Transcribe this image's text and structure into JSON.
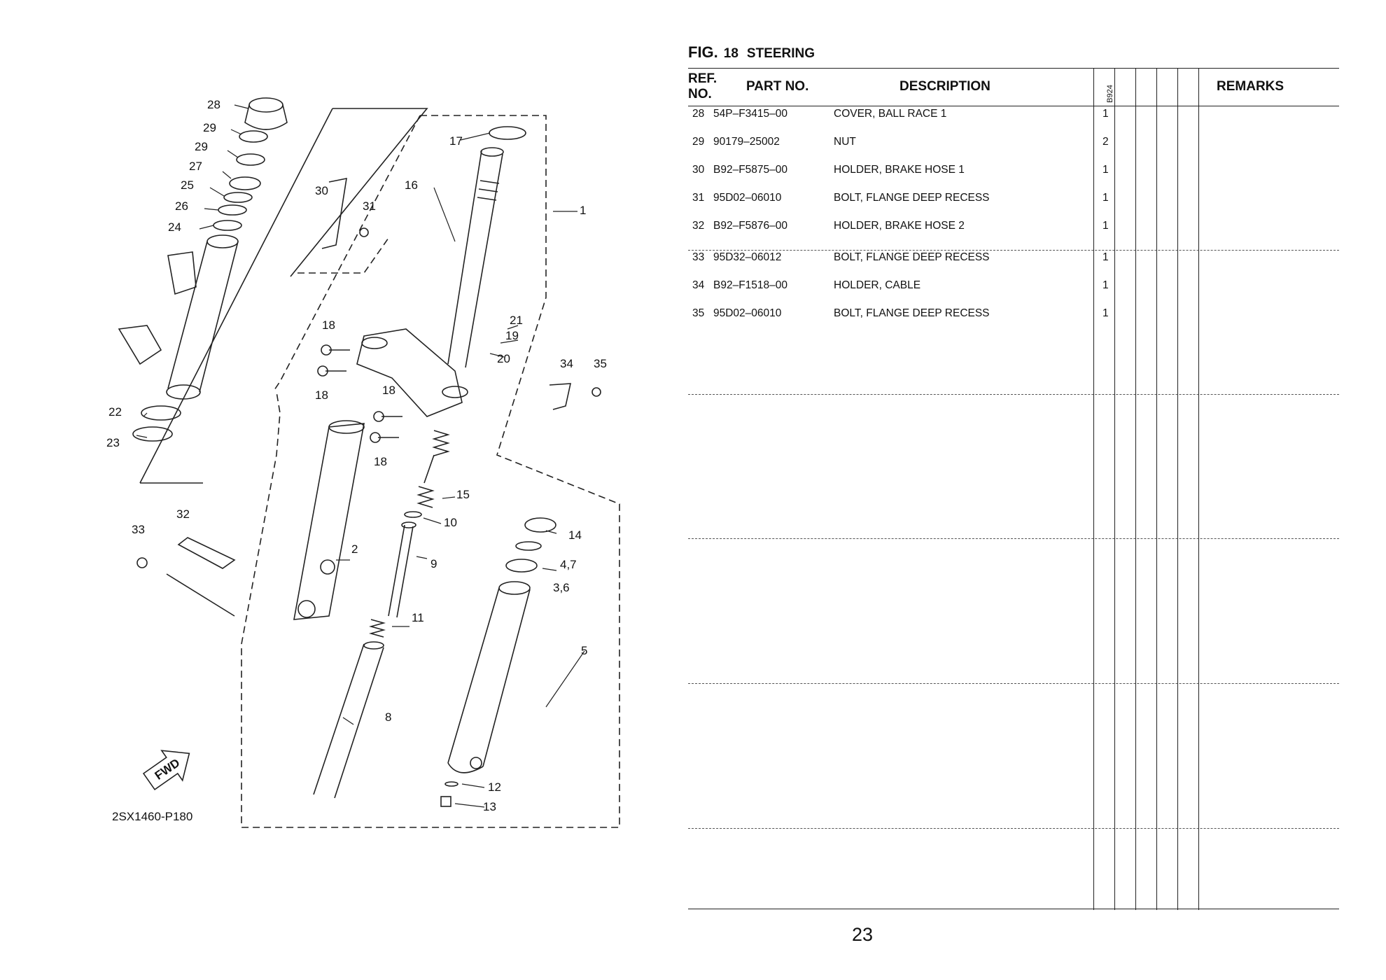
{
  "figure": {
    "fig_label": "FIG.",
    "number": "18",
    "title": "STEERING"
  },
  "diagram": {
    "code": "2SX1460-P180",
    "fwd_label": "FWD",
    "callouts": [
      "28",
      "29",
      "29",
      "27",
      "25",
      "26",
      "24",
      "30",
      "31",
      "16",
      "17",
      "1",
      "18",
      "18",
      "21",
      "19",
      "20",
      "22",
      "23",
      "34",
      "35",
      "18",
      "18",
      "15",
      "10",
      "32",
      "33",
      "2",
      "9",
      "14",
      "4,7",
      "3,6",
      "11",
      "5",
      "8",
      "12",
      "13"
    ]
  },
  "table": {
    "headers": {
      "ref": "REF. NO.",
      "ref_line1": "REF.",
      "ref_line2": "NO.",
      "part_no": "PART NO.",
      "description": "DESCRIPTION",
      "model": "B924",
      "remarks": "REMARKS"
    },
    "rows": [
      {
        "ref": "28",
        "part_no": "54P–F3415–00",
        "description": "COVER, BALL RACE 1",
        "qty": "1"
      },
      {
        "ref": "29",
        "part_no": "90179–25002",
        "description": "NUT",
        "qty": "2"
      },
      {
        "ref": "30",
        "part_no": "B92–F5875–00",
        "description": "HOLDER, BRAKE HOSE 1",
        "qty": "1"
      },
      {
        "ref": "31",
        "part_no": "95D02–06010",
        "description": "BOLT, FLANGE DEEP RECESS",
        "qty": "1"
      },
      {
        "ref": "32",
        "part_no": "B92–F5876–00",
        "description": "HOLDER, BRAKE HOSE 2",
        "qty": "1"
      },
      {
        "ref": "33",
        "part_no": "95D32–06012",
        "description": "BOLT, FLANGE DEEP RECESS",
        "qty": "1"
      },
      {
        "ref": "34",
        "part_no": "B92–F1518–00",
        "description": "HOLDER, CABLE",
        "qty": "1"
      },
      {
        "ref": "35",
        "part_no": "95D02–06010",
        "description": "BOLT, FLANGE DEEP RECESS",
        "qty": "1"
      }
    ]
  },
  "page_number": "23"
}
